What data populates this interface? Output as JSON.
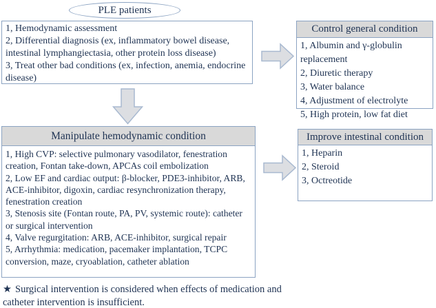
{
  "colors": {
    "box_border": "#8ba3c2",
    "header_fill": "#d9d9d9",
    "text": "#1f3353",
    "arrow_fill": "#dcdee2",
    "arrow_border": "#a8b9d0",
    "background": "#ffffff"
  },
  "flow": {
    "start": {
      "label": "PLE patients"
    },
    "assessment_box": {
      "items": [
        "1, Hemodynamic  assessment",
        "2, Differential diagnosis (ex, inflammatory bowel disease, intestinal lymphangiectasia, other protein loss disease)",
        "3, Treat other bad conditions (ex, infection, anemia, endocrine disease)"
      ]
    },
    "control_box": {
      "title": "Control general condition",
      "items": [
        "1, Albumin and γ-globulin replacement",
        "2, Diuretic therapy",
        "3, Water balance",
        "4, Adjustment of electrolyte",
        "5, High protein, low fat diet"
      ]
    },
    "manipulate_box": {
      "title": "Manipulate hemodynamic condition",
      "items": [
        "1, High CVP: selective pulmonary vasodilator, fenestration creation, Fontan take-down, APCAs coil embolization",
        "2, Low EF and  cardiac output: β-blocker, PDE3-inhibitor, ARB, ACE-inhibitor, digoxin, cardiac resynchronization therapy, fenestration creation",
        "3, Stenosis site (Fontan route, PA, PV, systemic route): catheter or surgical intervention",
        "4, Valve regurgitation: ARB, ACE-inhibitor, surgical repair",
        "5, Arrhythmia: medication, pacemaker implantation, TCPC conversion, maze, cryoablation, catheter ablation"
      ]
    },
    "improve_box": {
      "title": "Improve intestinal condition",
      "items": [
        "1, Heparin",
        "2, Steroid",
        "3, Octreotide"
      ]
    },
    "footnote": {
      "star": "★",
      "text": "Surgical intervention is considered when effects of medication and catheter intervention is insufficient."
    }
  }
}
